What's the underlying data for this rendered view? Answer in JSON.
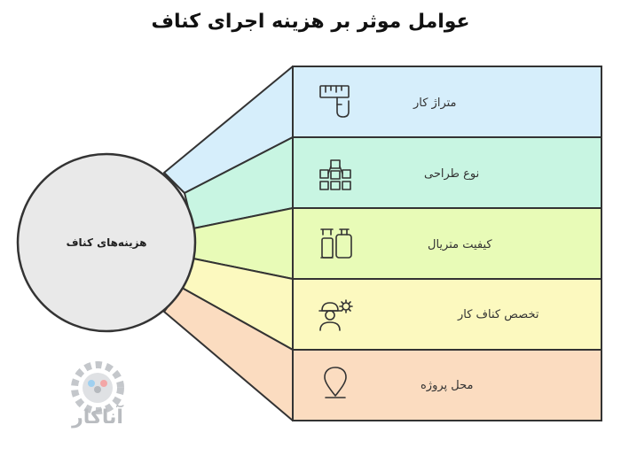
{
  "title": "عوامل موثر بر هزینه اجرای کناف",
  "center": {
    "label": "هزینه‌های کناف"
  },
  "factors": [
    {
      "label": "متراژ کار",
      "color": "#d6eefb",
      "icon": "tape-measure-icon"
    },
    {
      "label": "نوع طراحی",
      "color": "#c8f5e2",
      "icon": "building-design-icon"
    },
    {
      "label": "کیفیت متریال",
      "color": "#e8fbb7",
      "icon": "material-quality-icon"
    },
    {
      "label": "تخصص کناف کار",
      "color": "#fcf9bf",
      "icon": "worker-gear-icon"
    },
    {
      "label": "محل پروژه",
      "color": "#fbdcc0",
      "icon": "location-pin-icon"
    }
  ],
  "logo": {
    "text": "آناکار"
  }
}
